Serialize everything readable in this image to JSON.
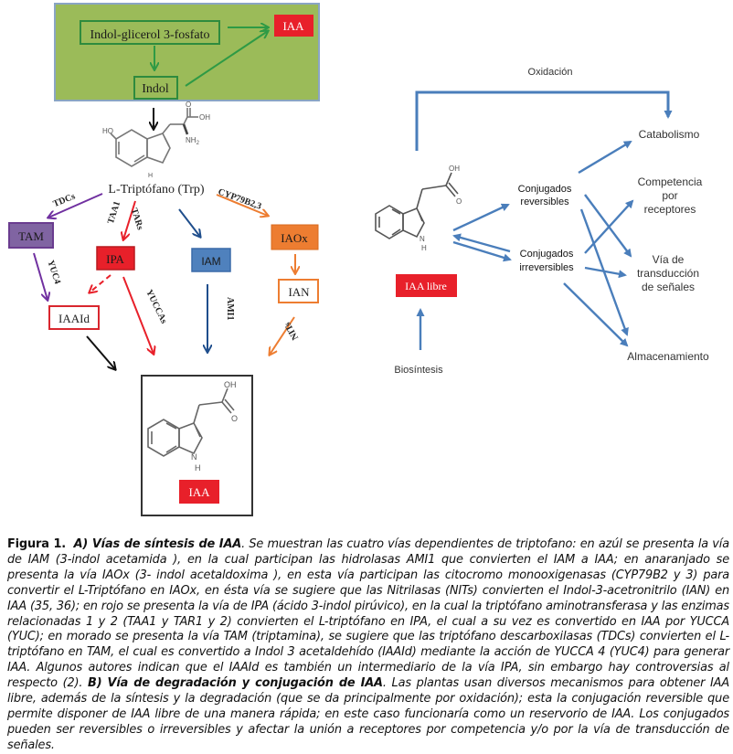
{
  "panel_a": {
    "green_box": {
      "precursor": "Indol-glicerol 3-fosfato",
      "indol": "Indol",
      "product": "IAA"
    },
    "trp_label": "L-Triptófano (Trp)",
    "trp_structure_labels": {
      "ho": "HO",
      "oh": "OH",
      "nh2": "NH",
      "nh2_sub": "2",
      "h": "H"
    },
    "pathways": {
      "tam": {
        "enzyme": "TDCs",
        "intermediate": "TAM",
        "step_enzyme": "YUC4",
        "color": "#7030a0"
      },
      "ipa": {
        "enzyme_1": "TAA1",
        "enzyme_2": "TARs",
        "intermediate": "IPA",
        "step_enzyme": "YUCCAs",
        "color": "#e8202a"
      },
      "iaald": {
        "intermediate": "IAAId",
        "color": "#e8202a"
      },
      "iam": {
        "intermediate": "IAM",
        "step_enzyme": "AMI1",
        "color": "#1f4e8c"
      },
      "iaox": {
        "enzyme": "CYP79B2,3",
        "intermediate": "IAOx",
        "second_intermediate": "IAN",
        "step_enzyme": "NITs",
        "color": "#ed7d31"
      }
    },
    "product_structure_labels": {
      "oh": "OH",
      "o": "O",
      "n": "N",
      "h": "H"
    },
    "product_label": "IAA"
  },
  "panel_b": {
    "oxidation_label": "Oxidación",
    "iaa_free_label": "IAA libre",
    "biosynthesis_label": "Biosíntesis",
    "structure_labels": {
      "oh": "OH",
      "o": "O",
      "n": "N",
      "h": "H"
    },
    "reversible_1": "Conjugados",
    "reversible_2": "reversibles",
    "irreversible_1": "Conjugados",
    "irreversible_2": "irreversibles",
    "catabolism": "Catabolismo",
    "competition_1": "Competencia",
    "competition_2": "por",
    "competition_3": "receptores",
    "signal_1": "Vía de",
    "signal_2": "transducción",
    "signal_3": "de señales",
    "storage": "Almacenamiento",
    "arrow_color": "#4a7ebb"
  },
  "caption": {
    "figure_label": "Figura 1.",
    "title_a": "A) Vías de síntesis de IAA",
    "text_a": ". Se muestran las cuatro vías dependientes de triptofano: en azúl se presenta la vía de IAM (3-indol acetamida ), en la cual participan las hidrolasas AMI1 que convierten el IAM a IAA; en anaranjado se presenta la vía IAOx (3- indol acetaldoxima ), en esta vía participan las citocromo monooxigenasas (CYP79B2 y 3) para convertir el L-Triptófano en IAOx, en ésta vía se sugiere que las Nitrilasas (NITs) convierten el Indol-3-acetronitrilo (IAN) en IAA (35, 36); en rojo se presenta la vía de  IPA (ácido 3-indol pirúvico), en la cual la triptófano aminotransferasa y las enzimas relacionadas 1 y 2 (TAA1 y TAR1 y 2) convierten el L-triptófano en IPA, el cual a su vez es convertido en IAA por YUCCA (YUC); en morado se presenta la vía TAM (triptamina), se sugiere que las triptófano descarboxilasas (TDCs) convierten el L-triptófano en TAM, el cual es convertido a Indol 3 acetaldehído (IAAId)  mediante la acción de YUCCA 4 (YUC4) para generar IAA. Algunos autores indican que el IAAId es también un intermediario de la vía IPA, sin embargo hay controversias al respecto (2). ",
    "title_b": "B) Vía de degradación y conjugación de IAA",
    "text_b": ". Las plantas usan diversos mecanismos para obtener IAA libre, además de la síntesis y la degradación (que se da principalmente por oxidación); esta la conjugación reversible que permite disponer de IAA libre de una manera rápida; en este caso funcionaría como un reservorio de IAA. Los conjugados pueden ser reversibles o irreversibles y afectar la unión a receptores por competencia y/o por la vía de transducción de señales."
  }
}
